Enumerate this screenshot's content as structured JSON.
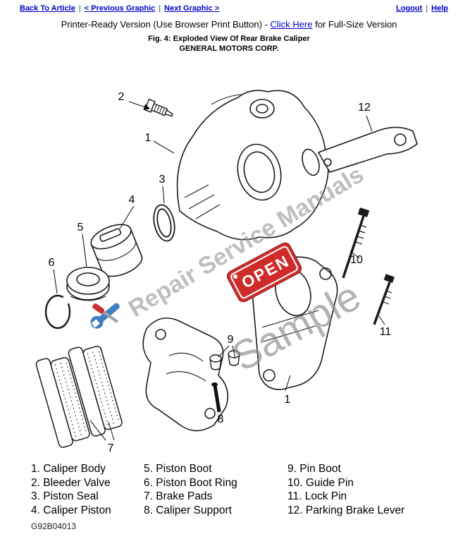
{
  "nav": {
    "back_to_article": "Back To Article",
    "previous_graphic": "< Previous Graphic",
    "next_graphic": "Next Graphic >",
    "logout": "Logout",
    "help": "Help",
    "separator": "|"
  },
  "header": {
    "title_prefix": "Printer-Ready Version (Use Browser Print Button) - ",
    "title_link": "Click Here",
    "title_suffix": " for Full-Size Version",
    "figure_caption": "Fig. 4: Exploded View Of Rear Brake Caliper",
    "company": "GENERAL MOTORS CORP."
  },
  "diagram": {
    "part_numbers": [
      "1",
      "2",
      "3",
      "4",
      "5",
      "6",
      "7",
      "8",
      "9",
      "10",
      "11",
      "12"
    ]
  },
  "watermark": {
    "brand": "Repair Service Manuals",
    "sample": "Sample",
    "sign": "OPEN"
  },
  "legend": {
    "columns": [
      [
        "1. Caliper Body",
        "2. Bleeder Valve",
        "3. Piston Seal",
        "4. Caliper Piston"
      ],
      [
        "5. Piston Boot",
        "6. Piston Boot Ring",
        "7. Brake Pads",
        "8. Caliper Support"
      ],
      [
        "9. Pin Boot",
        "10. Guide Pin",
        "11. Lock Pin",
        "12. Parking Brake Lever"
      ]
    ]
  },
  "footer": {
    "figure_id": "G92B04013"
  },
  "colors": {
    "link_blue": "#0000cc",
    "sign_red": "#cf2b2b",
    "watermark_gray": "#949494",
    "tool_blue": "#3f7fc1",
    "tool_red": "#cc3333"
  }
}
